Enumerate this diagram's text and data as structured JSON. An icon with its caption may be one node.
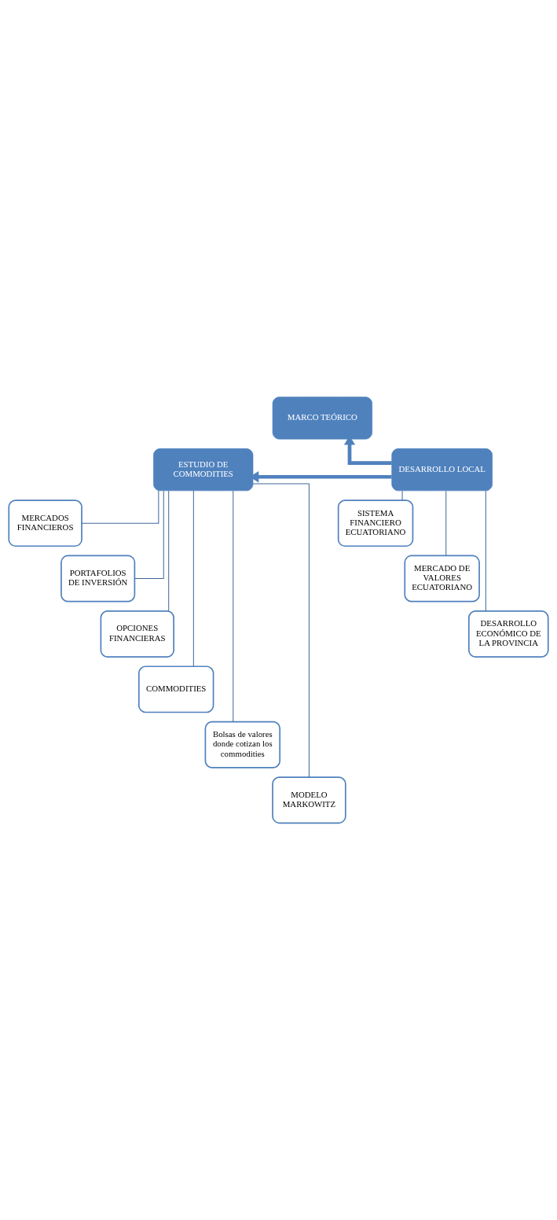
{
  "diagram": {
    "nodes": [
      {
        "text": [
          "MARCO TEÓRICO"
        ]
      },
      {
        "text": [
          "ESTUDIO DE COMMODITIES"
        ]
      },
      {
        "text": [
          "DESARROLLO LOCAL"
        ]
      },
      {
        "text": [
          "MERCADOS FINANCIEROS"
        ]
      },
      {
        "text": [
          "PORTAFOLIOS DE INVERSIÓN"
        ]
      },
      {
        "text": [
          "OPCIONES FINANCIERAS"
        ]
      },
      {
        "text": [
          "COMMODITIES"
        ]
      },
      {
        "text": [
          "Bolsas de valores donde cotizan los commodities"
        ]
      },
      {
        "text": [
          "MODELO MARKOWITZ"
        ]
      },
      {
        "text": [
          "SISTEMA FINANCIERO ECUATORIANO"
        ]
      },
      {
        "text": [
          "MERCADO DE VALORES ECUATORIANO"
        ]
      },
      {
        "text": [
          "DESARROLLO ECONÓMICO DE LA PROVINCIA"
        ]
      }
    ],
    "edges": [
      {
        "from": 2,
        "to": 0,
        "arrow": "to",
        "style": "thick",
        "color": "#4f81bd"
      },
      {
        "from": 2,
        "to": 1,
        "arrow": "to",
        "style": "thick",
        "color": "#4f81bd"
      },
      {
        "from": 1,
        "to": 3,
        "arrow": "none"
      },
      {
        "from": 1,
        "to": 4,
        "arrow": "none"
      },
      {
        "from": 1,
        "to": 5,
        "arrow": "none"
      },
      {
        "from": 1,
        "to": 6,
        "arrow": "none"
      },
      {
        "from": 1,
        "to": 7,
        "arrow": "none"
      },
      {
        "from": 1,
        "to": 8,
        "arrow": "none"
      },
      {
        "from": 2,
        "to": 9,
        "arrow": "none"
      },
      {
        "from": 2,
        "to": 10,
        "arrow": "none"
      },
      {
        "from": 2,
        "to": 11,
        "arrow": "none"
      }
    ]
  }
}
